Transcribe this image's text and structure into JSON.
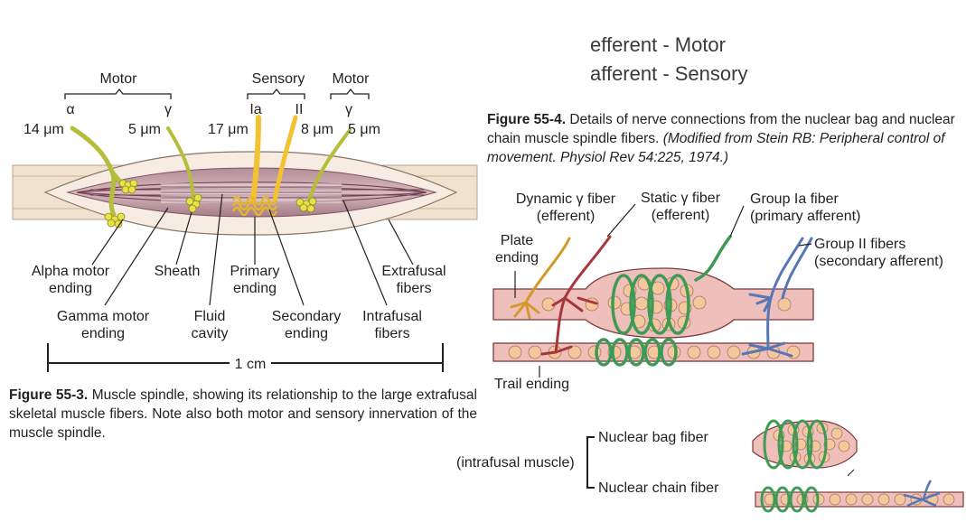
{
  "notes": {
    "line1": "efferent - Motor",
    "line2": "afferent - Sensory"
  },
  "fig3": {
    "group_labels": {
      "motor_left": "Motor",
      "sensory": "Sensory",
      "motor_right": "Motor"
    },
    "fiber_labels": {
      "alpha": "α",
      "gamma_left": "γ",
      "ia": "Ia",
      "ii": "II",
      "gamma_right": "γ"
    },
    "diameters": {
      "d14": "14 μm",
      "d5a": "5 μm",
      "d17": "17 μm",
      "d8": "8 μm",
      "d5b": "5 μm"
    },
    "callouts": {
      "alpha_motor_ending": "Alpha motor\nending",
      "sheath": "Sheath",
      "primary_ending": "Primary\nending",
      "extrafusal_fibers": "Extrafusal\nfibers",
      "gamma_motor_ending": "Gamma motor\nending",
      "fluid_cavity": "Fluid\ncavity",
      "secondary_ending": "Secondary\nending",
      "intrafusal_fibers": "Intrafusal\nfibers"
    },
    "scale_label": "1 cm",
    "caption_title": "Figure 55-3.",
    "caption_text": "Muscle spindle, showing its relationship to the large extrafusal skeletal muscle fibers. Note also both motor and sensory innervation of the muscle spindle."
  },
  "fig4": {
    "caption_title": "Figure 55-4.",
    "caption_text": "Details of nerve connections from the nuclear bag and nuclear chain muscle spindle fibers.",
    "caption_source": "(Modified from Stein RB: Peripheral control of movement. Physiol Rev 54:225, 1974.)",
    "labels": {
      "dynamic": "Dynamic γ fiber\n(efferent)",
      "static": "Static γ fiber\n(efferent)",
      "group_ia": "Group Ia fiber\n(primary afferent)",
      "group_ii": "Group II fibers\n(secondary afferent)",
      "plate": "Plate\nending",
      "trail": "Trail ending"
    }
  },
  "legend": {
    "bag": "Nuclear bag fiber",
    "chain": "Nuclear chain fiber",
    "intrafusal": "(intrafusal muscle)"
  },
  "colors": {
    "motor_fiber": "#b5bd3a",
    "sensory_fiber": "#f2c230",
    "muscle_fill": "#f1e2cf",
    "muscle_stripe": "#8c5a68",
    "intrafusal": "#efc0bb",
    "dynamic": "#d29a2c",
    "static": "#a8363b",
    "ia": "#3f9a55",
    "ii": "#5677b6"
  }
}
